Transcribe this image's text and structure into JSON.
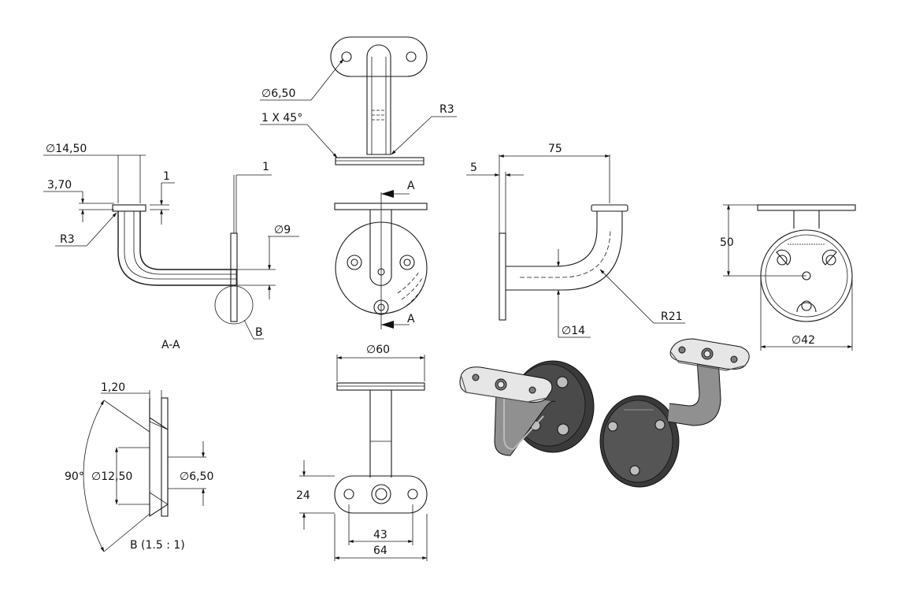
{
  "labels": {
    "dim_hole_top": "∅6,50",
    "chamfer": "1 X 45°",
    "radius_top": "R3",
    "dim_flange_diam": "∅14,50",
    "dim_3_70": "3,70",
    "dim_1_left": "1",
    "dim_1_right": "1",
    "radius_left": "R3",
    "dim_diam_9": "∅9",
    "detail_callout": "B",
    "section_label": "A-A",
    "section_arrow_top": "A",
    "section_arrow_bottom": "A",
    "dim_5": "5",
    "dim_75": "75",
    "radius_21": "R21",
    "dim_diam_14": "∅14",
    "dim_50": "50",
    "dim_diam_42": "∅42",
    "dim_diam_60": "∅60",
    "dim_24": "24",
    "dim_43": "43",
    "dim_64": "64",
    "detail_1_20": "1,20",
    "detail_angle": "90°",
    "detail_diam_12_50": "∅12,50",
    "detail_diam_6_50": "∅6,50",
    "detail_title": "B (1.5 : 1)"
  }
}
